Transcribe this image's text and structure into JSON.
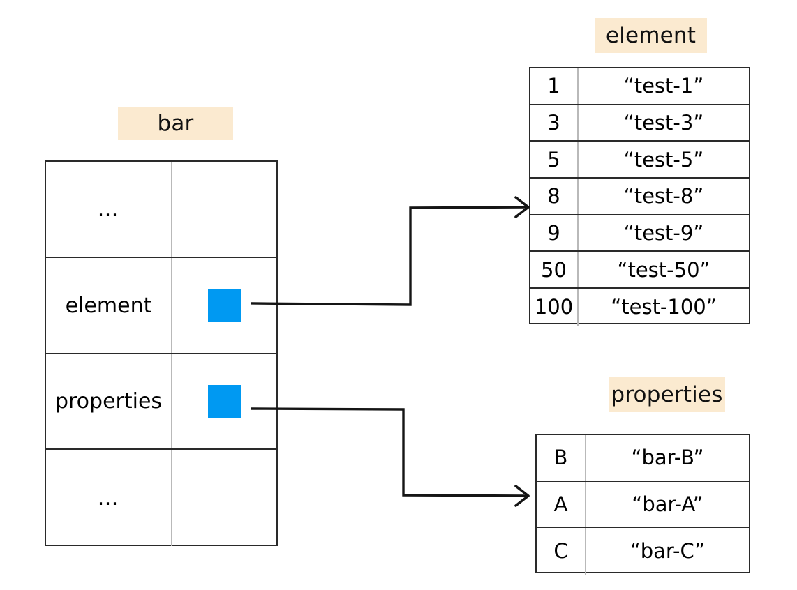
{
  "diagram": {
    "title_chips": {
      "bar": "bar",
      "element": "element",
      "properties": "properties"
    },
    "colors": {
      "chip_background": "#fbead0",
      "swatch_blue": "#0099f2",
      "table_border": "#2a2a2a",
      "column_divider": "#b9b9b9",
      "connector": "#151515",
      "page_background": "#ffffff"
    }
  },
  "bar_table": {
    "name": "bar",
    "rows": [
      {
        "key": "…",
        "value_kind": "empty",
        "value": ""
      },
      {
        "key": "element",
        "value_kind": "swatch",
        "value": ""
      },
      {
        "key": "properties",
        "value_kind": "swatch",
        "value": ""
      },
      {
        "key": "…",
        "value_kind": "empty",
        "value": ""
      }
    ]
  },
  "element_table": {
    "name": "element",
    "rows": [
      {
        "key": "1",
        "value": "“test-1”"
      },
      {
        "key": "3",
        "value": "“test-3”"
      },
      {
        "key": "5",
        "value": "“test-5”"
      },
      {
        "key": "8",
        "value": "“test-8”"
      },
      {
        "key": "9",
        "value": "“test-9”"
      },
      {
        "key": "50",
        "value": "“test-50”"
      },
      {
        "key": "100",
        "value": "“test-100”"
      }
    ]
  },
  "properties_table": {
    "name": "properties",
    "rows": [
      {
        "key": "B",
        "value": "“bar-B”"
      },
      {
        "key": "A",
        "value": "“bar-A”"
      },
      {
        "key": "C",
        "value": "“bar-C”"
      }
    ]
  },
  "connectors": [
    {
      "from": "bar.element.swatch",
      "to": "element_table"
    },
    {
      "from": "bar.properties.swatch",
      "to": "properties_table"
    }
  ]
}
